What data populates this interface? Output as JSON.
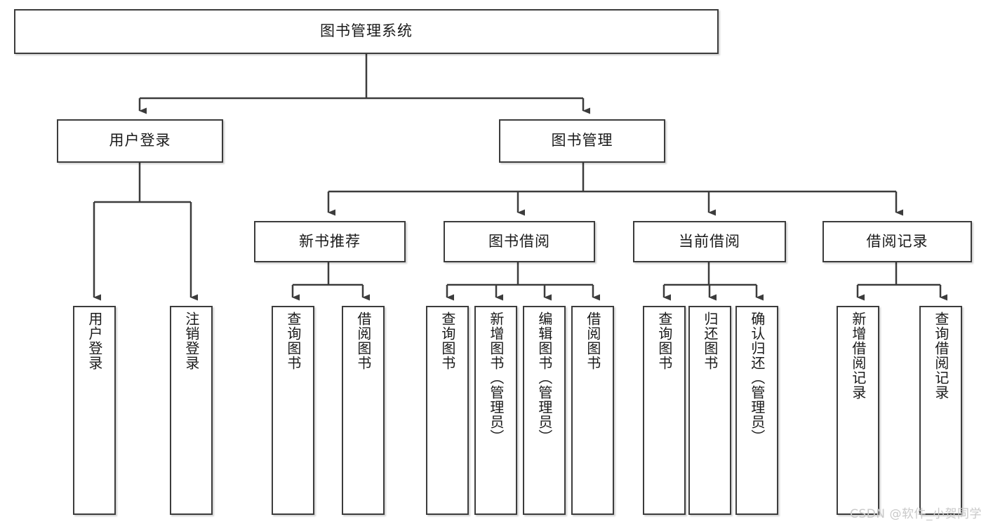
{
  "diagram": {
    "type": "tree",
    "title": "图书管理系统",
    "root": {
      "id": "root",
      "label": "图书管理系统"
    },
    "level2": [
      {
        "id": "user-login",
        "label": "用户登录"
      },
      {
        "id": "book-manage",
        "label": "图书管理"
      }
    ],
    "level3": [
      {
        "id": "new-book-recommend",
        "label": "新书推荐"
      },
      {
        "id": "book-borrow",
        "label": "图书借阅"
      },
      {
        "id": "current-borrow",
        "label": "当前借阅"
      },
      {
        "id": "borrow-record",
        "label": "借阅记录"
      }
    ],
    "leaves": {
      "user_login": [
        {
          "id": "leaf-user-login",
          "label": "用户登录"
        },
        {
          "id": "leaf-user-logout",
          "label": "注销登录"
        }
      ],
      "new_book_recommend": [
        {
          "id": "leaf-query-book-1",
          "label": "查询图书"
        },
        {
          "id": "leaf-borrow-book-1",
          "label": "借阅图书"
        }
      ],
      "book_borrow": [
        {
          "id": "leaf-query-book-2",
          "label": "查询图书"
        },
        {
          "id": "leaf-add-book",
          "label": "新增图书（管理员）"
        },
        {
          "id": "leaf-edit-book",
          "label": "编辑图书（管理员）"
        },
        {
          "id": "leaf-borrow-book-2",
          "label": "借阅图书"
        }
      ],
      "current_borrow": [
        {
          "id": "leaf-query-book-3",
          "label": "查询图书"
        },
        {
          "id": "leaf-return-book",
          "label": "归还图书"
        },
        {
          "id": "leaf-confirm-return",
          "label": "确认归还（管理员）"
        }
      ],
      "borrow_record": [
        {
          "id": "leaf-add-record",
          "label": "新增借阅记录"
        },
        {
          "id": "leaf-query-record",
          "label": "查询借阅记录"
        }
      ]
    },
    "colors": {
      "stroke": "#3c3c3c",
      "fill": "#ffffff",
      "text": "#1a1a1a",
      "watermark": "#c9c9c9"
    }
  },
  "watermark": {
    "text": "CSDN @软件_小贺同学"
  }
}
